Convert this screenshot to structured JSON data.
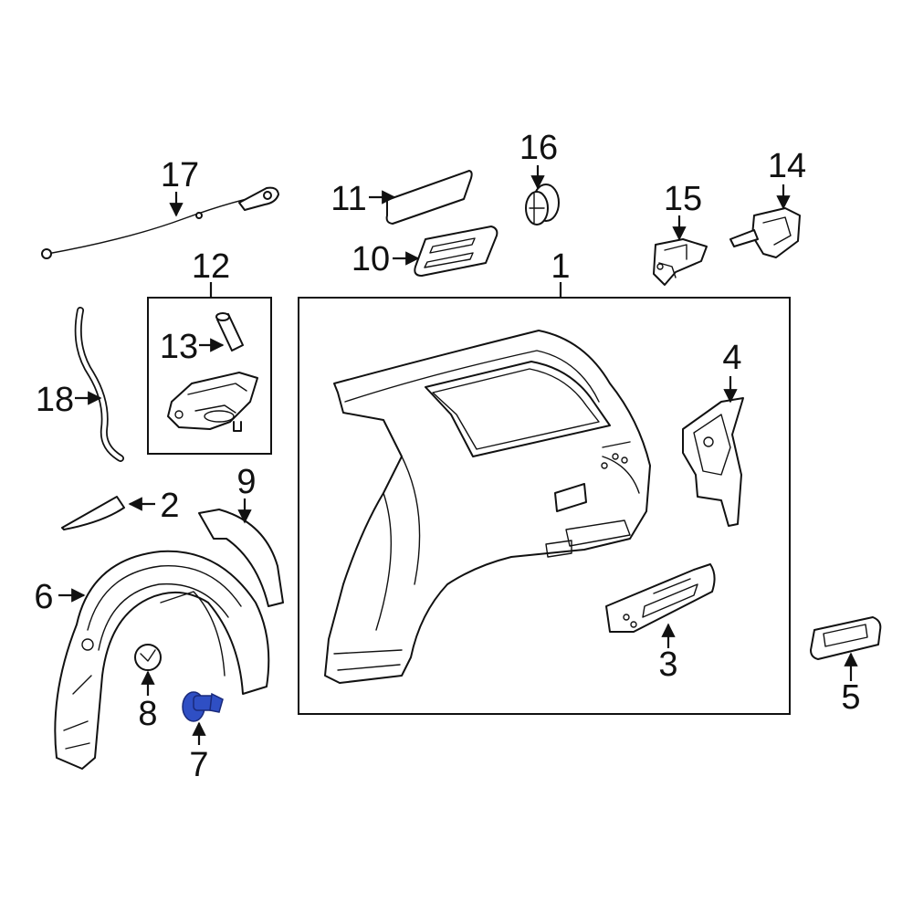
{
  "diagram": {
    "highlight_color": "#2f4fc4",
    "line_color": "#111111",
    "background": "#ffffff",
    "highlighted_part": "7",
    "callouts": {
      "c1": "1",
      "c2": "2",
      "c3": "3",
      "c4": "4",
      "c5": "5",
      "c6": "6",
      "c7": "7",
      "c8": "8",
      "c9": "9",
      "c10": "10",
      "c11": "11",
      "c12": "12",
      "c13": "13",
      "c14": "14",
      "c15": "15",
      "c16": "16",
      "c17": "17",
      "c18": "18"
    }
  }
}
